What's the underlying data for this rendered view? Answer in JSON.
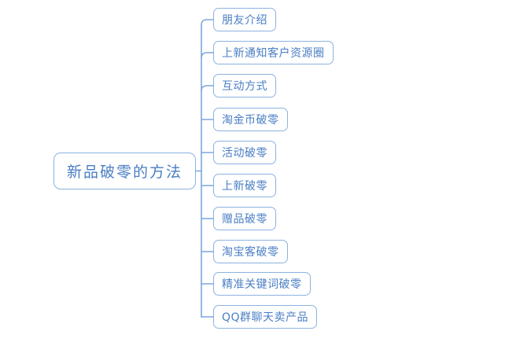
{
  "diagram": {
    "type": "mind-map",
    "title": "新品破零的方法",
    "background_color": "#ffffff",
    "node_border_color": "#8cb2e0",
    "node_text_color": "#4a7ec4",
    "connector_color": "#7ba7dd",
    "root": {
      "label": "新品破零的方法"
    },
    "branches": [
      {
        "label": "朋友介绍"
      },
      {
        "label": "上新通知客户资源圈"
      },
      {
        "label": "互动方式"
      },
      {
        "label": "淘金币破零"
      },
      {
        "label": "活动破零"
      },
      {
        "label": "上新破零"
      },
      {
        "label": "赠品破零"
      },
      {
        "label": "淘宝客破零"
      },
      {
        "label": "精准关键词破零"
      },
      {
        "label": "QQ群聊天卖产品"
      }
    ]
  }
}
